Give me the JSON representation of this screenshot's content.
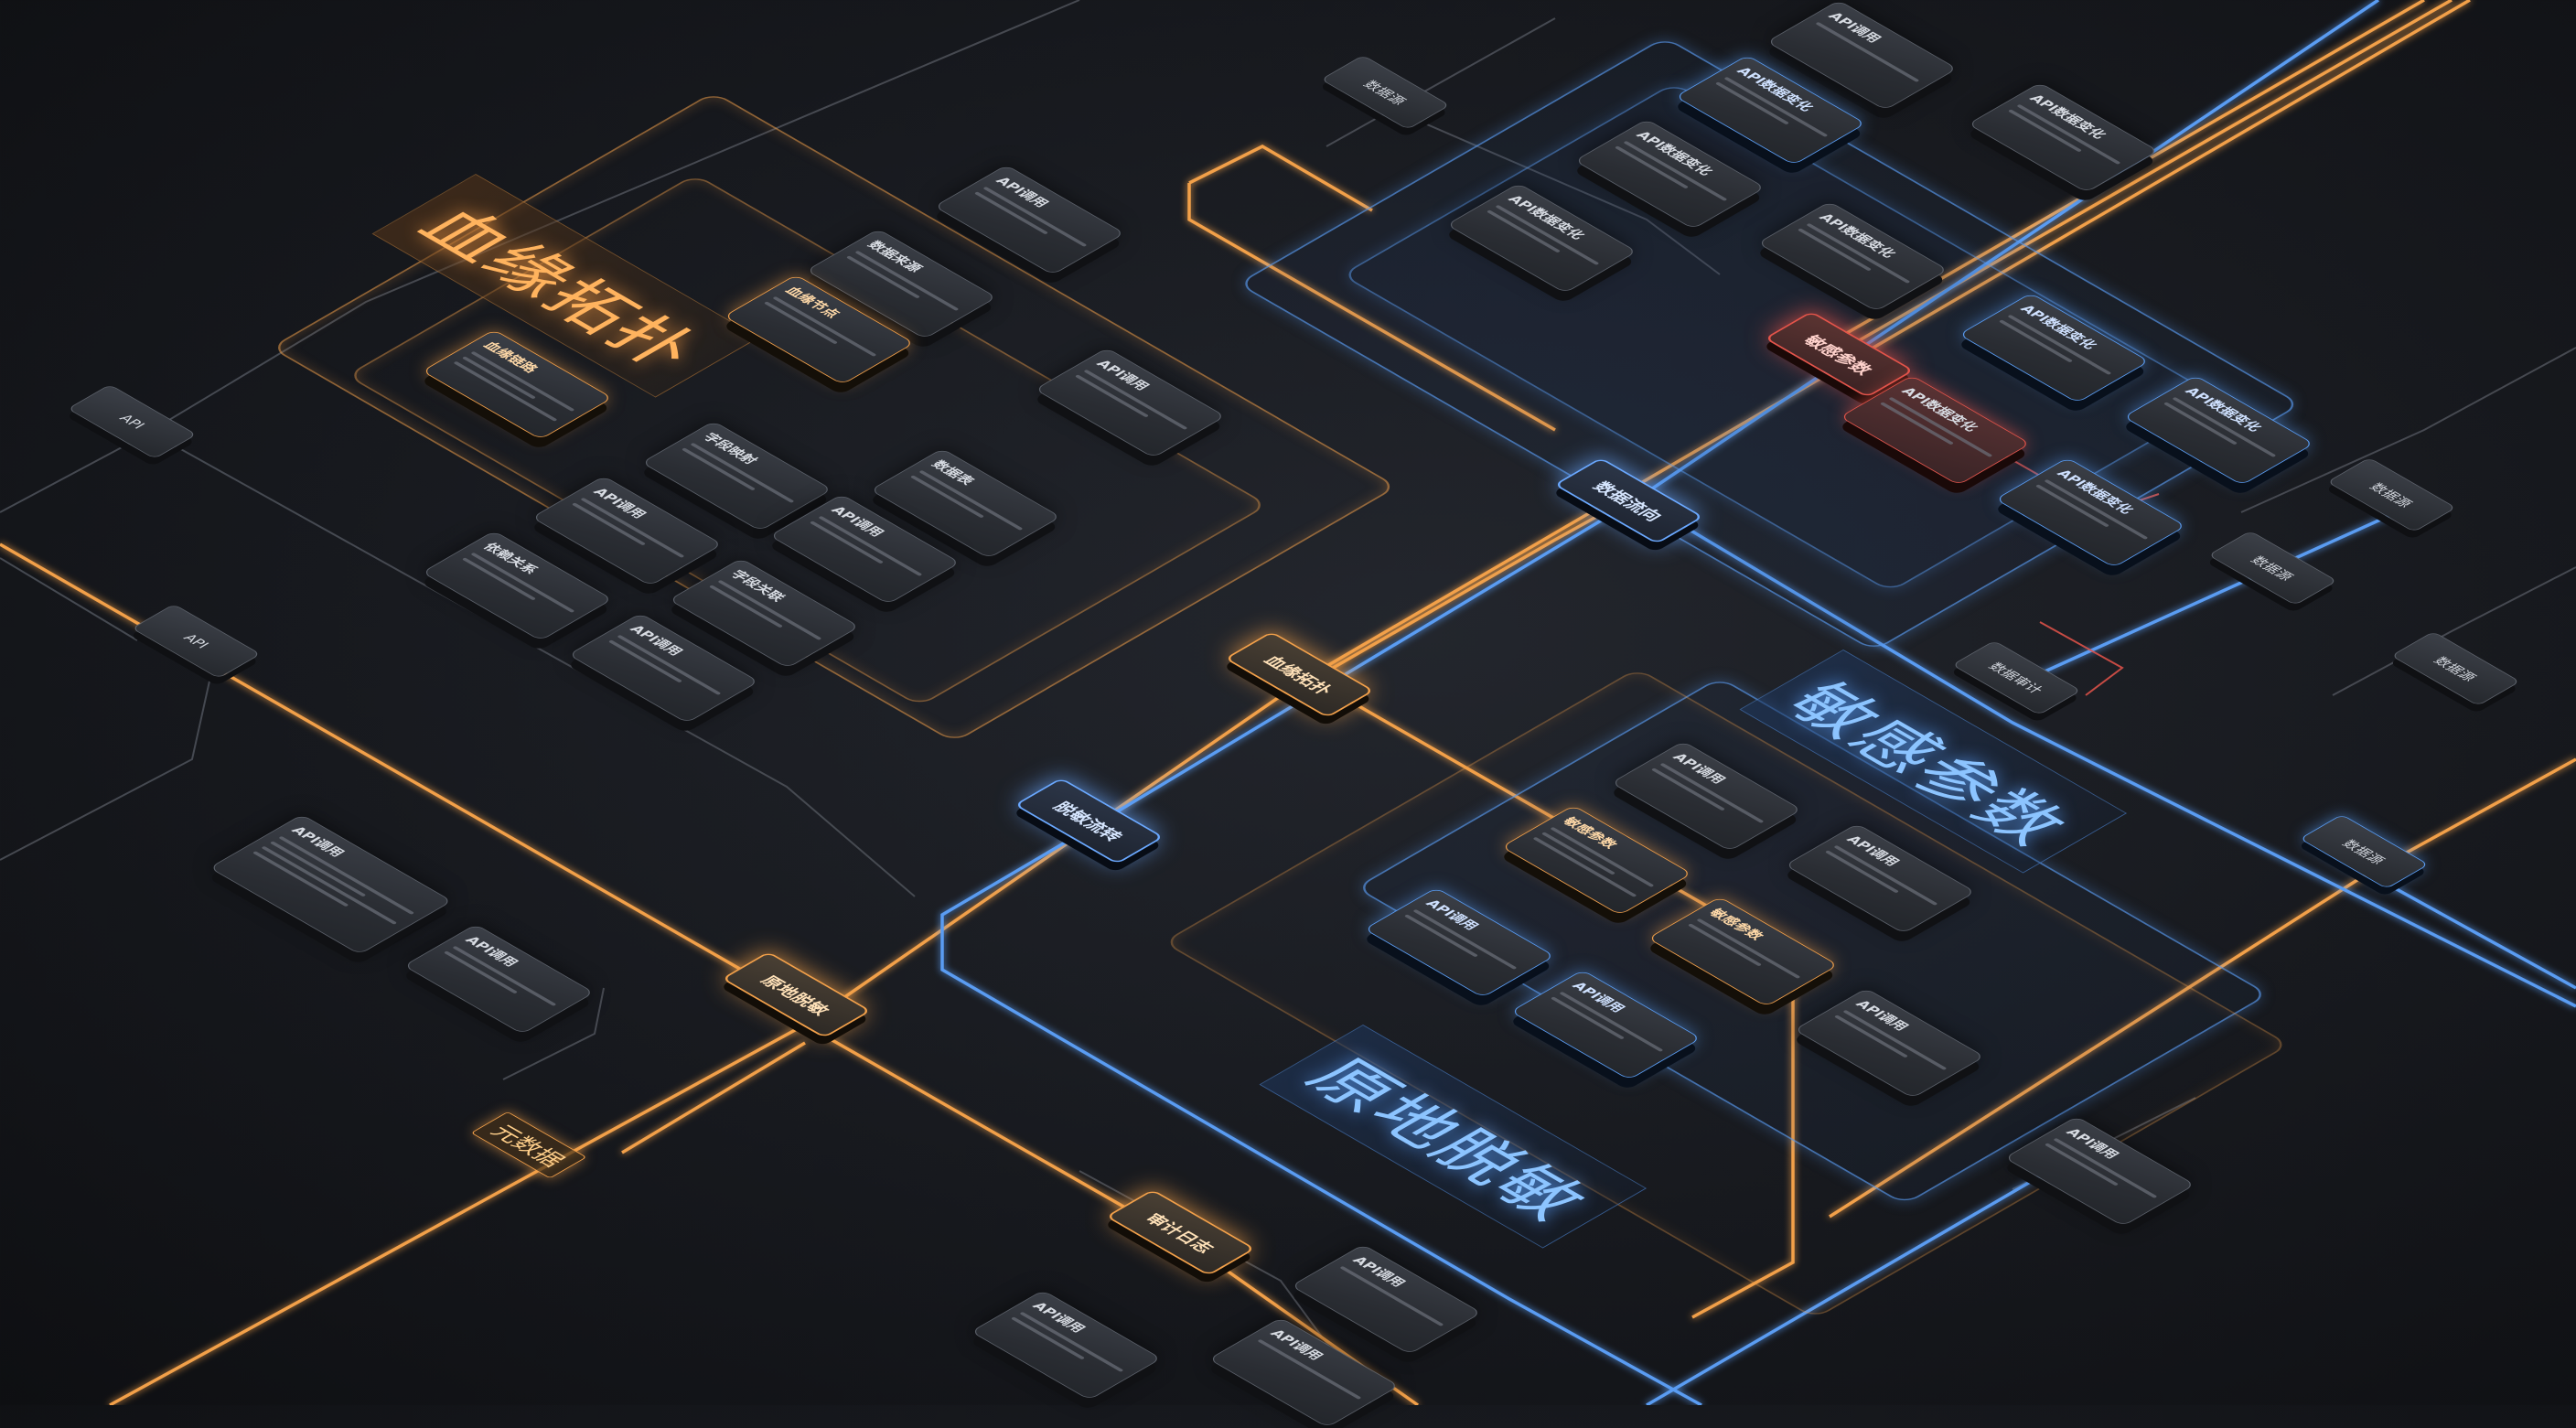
{
  "titles": {
    "lineage": "血缘拓扑",
    "sensitive": "敏感参数",
    "desensitize": "原地脱敏"
  },
  "hubs": {
    "lineage": "血缘拓扑",
    "desensitize": "原地脱敏",
    "flow_blue": "脱敏流转",
    "route_blue": "数据流向",
    "sensitive_red": "敏感参数",
    "audit": "审计日志",
    "bottom": "数据审计"
  },
  "small_nodes": {
    "api_left_top": "API",
    "api_left_mid": "API",
    "top_center": "数据源",
    "right_1": "数据源",
    "right_2": "数据源",
    "right_3": "数据源",
    "right_4": "数据源",
    "bottom_tag": "元数据"
  },
  "lineage_nodes": [
    "血缘链路",
    "API调用",
    "数据来源",
    "血缘节点",
    "API调用",
    "字段映射",
    "API调用",
    "数据表",
    "API调用",
    "依赖关系",
    "字段关联",
    "API调用"
  ],
  "api_nodes_top_right": [
    "API调用",
    "API数据变化",
    "API数据变化",
    "API数据变化",
    "API数据变化",
    "API数据变化",
    "API数据变化",
    "API数据变化",
    "API数据变化"
  ],
  "red_node": "API数据变化",
  "sensitive_nodes": [
    "API调用",
    "敏感参数",
    "API调用",
    "API调用",
    "敏感参数",
    "API调用",
    "API调用"
  ],
  "left_nodes": [
    "API调用",
    "API调用"
  ],
  "bottom_nodes": [
    "API调用",
    "API调用",
    "API调用",
    "API调用"
  ],
  "colors": {
    "orange": "#f2a04a",
    "blue": "#5a9cf2",
    "red": "#e4544a",
    "background": "#17191e"
  }
}
